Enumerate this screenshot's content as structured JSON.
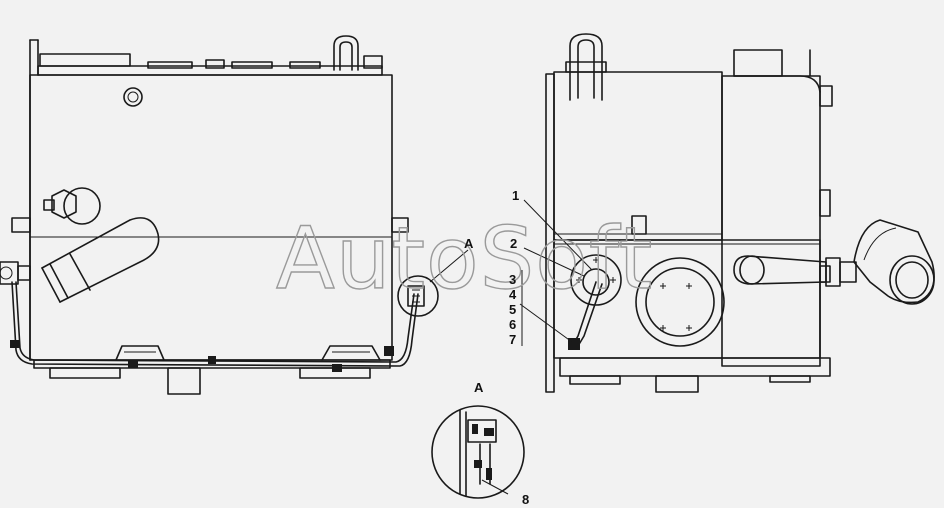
{
  "watermark": "AutoSoft",
  "callouts": {
    "view_a_marker": "A",
    "view_a_title": "A",
    "c1": "1",
    "c2": "2",
    "c3": "3",
    "c4": "4",
    "c5": "5",
    "c6": "6",
    "c7": "7",
    "c8": "8"
  }
}
